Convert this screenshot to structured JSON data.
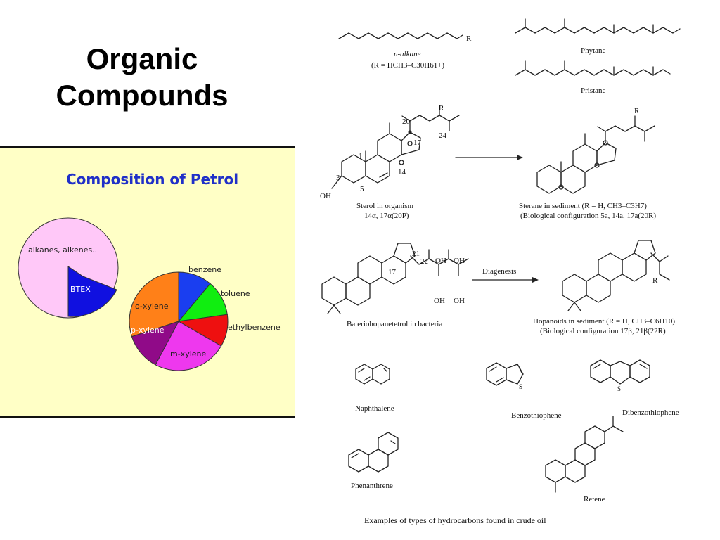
{
  "slide": {
    "title_line1": "Organic",
    "title_line2": "Compounds"
  },
  "petrol": {
    "title": "Composition of Petrol",
    "colors": {
      "alkanes": "#ffc8f8",
      "btex": "#1010e0",
      "benzene": "#1a3ef0",
      "toluene": "#10ee10",
      "ethylbenzene": "#ee1010",
      "m_xylene": "#ee38ee",
      "p_xylene": "#900a88",
      "o_xylene": "#ff8018"
    },
    "labels": {
      "alkanes": "alkanes, alkenes..",
      "btex": "BTEX",
      "benzene": "benzene",
      "toluene": "toluene",
      "ethylbenzene": "ethylbenzene",
      "m_xylene": "m-xylene",
      "p_xylene": "p-xylene",
      "o_xylene": "o-xylene"
    }
  },
  "chem": {
    "n_alkane_name": "n-alkane",
    "n_alkane_formula": "(R = HCH3–C30H61+)",
    "r_label": "R",
    "phytane": "Phytane",
    "pristane": "Pristane",
    "num_20": "20",
    "num_24": "24",
    "num_17": "17",
    "num_1": "1",
    "num_3": "3",
    "num_14": "14",
    "num_5": "5",
    "oh": "OH",
    "sterol_caption_1": "Sterol in organism",
    "sterol_caption_2": "14α, 17α(20P)",
    "sterane_caption_1": "Sterane in sediment (R = H, CH3–C3H7)",
    "sterane_caption_2": "(Biological configuration 5a, 14a, 17a(20R)",
    "num_21": "21",
    "num_22": "22",
    "diagenesis": "Diagenesis",
    "bacterio_caption": "Bateriohopanetetrol in bacteria",
    "hopanoid_caption_1": "Hopanoids in sediment (R = H, CH3–C6H10)",
    "hopanoid_caption_2": "(Biological configuration 17β, 21β(22R)",
    "naphthalene": "Naphthalene",
    "benzothiophene": "Benzothiophene",
    "dibenzothiophene": "Dibenzothiophene",
    "s_label": "S",
    "phenanthrene": "Phenanthrene",
    "retene": "Retene",
    "footer": "Examples of types of hydrocarbons found in crude oil"
  }
}
